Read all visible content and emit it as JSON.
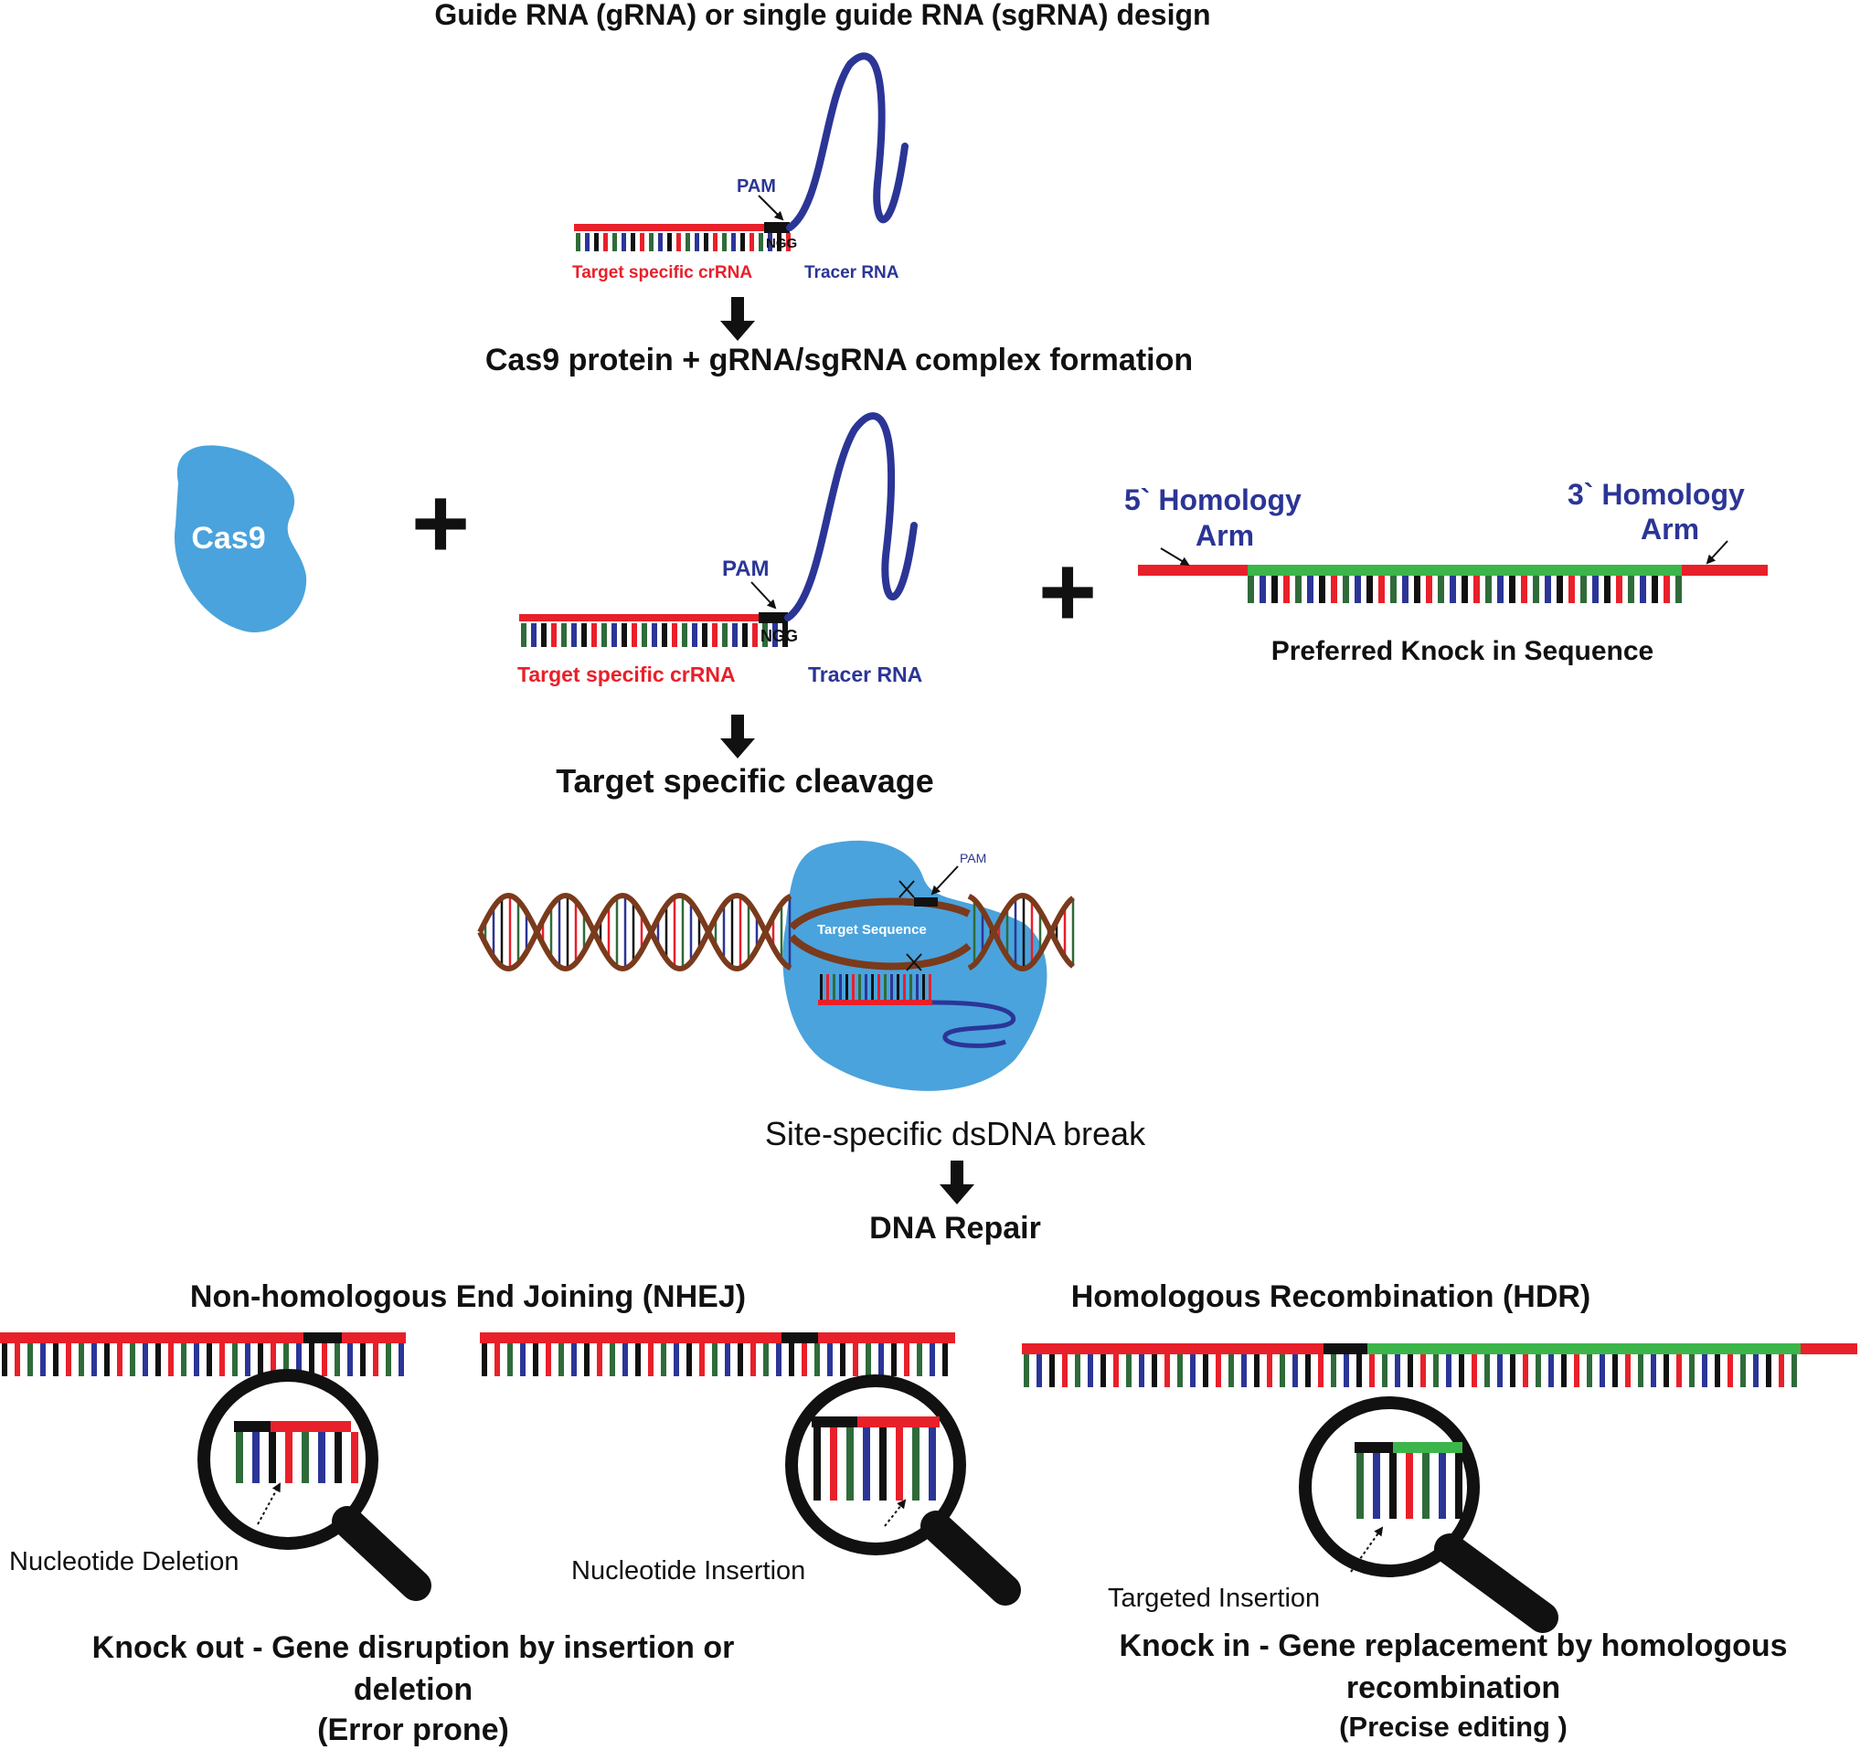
{
  "top": {
    "title": "Guide RNA (gRNA) or single guide RNA (sgRNA) design",
    "pam": "PAM",
    "ngg": "NGG",
    "crrna": "Target  specific crRNA",
    "tracer": "Tracer RNA"
  },
  "step2": {
    "title": "Cas9 protein + gRNA/sgRNA complex formation",
    "cas9": "Cas9",
    "plus": "+",
    "pam": "PAM",
    "ngg": "NGG",
    "crrna": "Target  specific crRNA",
    "tracer": "Tracer RNA"
  },
  "knockin_seq": {
    "arm5_line1": "5` Homology",
    "arm5_line2": "Arm",
    "arm3_line1": "3` Homology",
    "arm3_line2": "Arm",
    "caption": "Preferred Knock in Sequence"
  },
  "cleavage": {
    "title": "Target specific cleavage",
    "pam": "PAM",
    "target_sequence": "Target Sequence",
    "break_label": "Site-specific dsDNA break",
    "repair": "DNA Repair"
  },
  "nhej": {
    "title": "Non-homologous  End  Joining  (NHEJ)",
    "deletion": "Nucleotide Deletion",
    "insertion": "Nucleotide Insertion",
    "outcome_line1": "Knock out - Gene disruption by insertion or",
    "outcome_line2": "deletion",
    "outcome_line3": "(Error prone)"
  },
  "hdr": {
    "title": "Homologous  Recombination  (HDR)",
    "targeted": "Targeted Insertion",
    "outcome_line1": "Knock in - Gene replacement  by homologous",
    "outcome_line2": "recombination",
    "outcome_line3": "(Precise editing )"
  },
  "colors": {
    "red": "#e8202a",
    "green": "#3cb54a",
    "navy": "#2b3596",
    "cas9_blue": "#4aa3dc",
    "brown": "#7a3a1c",
    "base_green": "#2f6b3a",
    "base_blue": "#2b3596",
    "base_black": "#111111"
  }
}
